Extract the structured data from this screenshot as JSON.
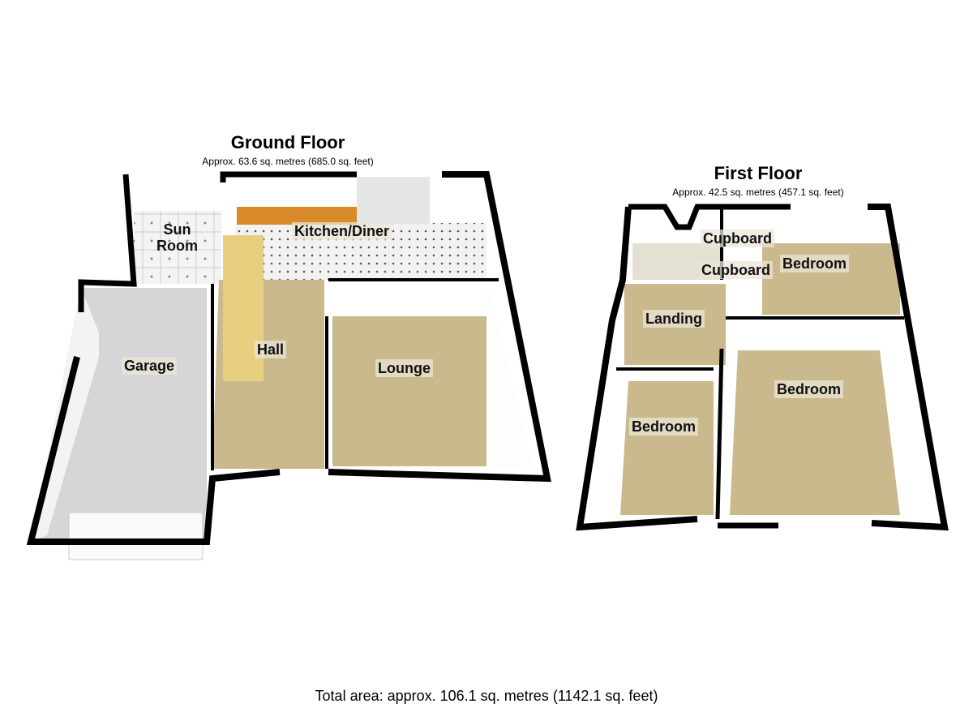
{
  "ground_floor": {
    "title": "Ground Floor",
    "area": "Approx.  63.6 sq. metres (685.0 sq. feet)",
    "rooms": {
      "sun_room": "Sun\nRoom",
      "sun_room_line1": "Sun",
      "sun_room_line2": "Room",
      "kitchen": "Kitchen/Diner",
      "garage": "Garage",
      "hall": "Hall",
      "lounge": "Lounge"
    }
  },
  "first_floor": {
    "title": "First Floor",
    "area": "Approx.  42.5 sq. metres (457.1 sq. feet)",
    "rooms": {
      "cupboard_1": "Cupboard",
      "cupboard_2": "Cupboard",
      "bedroom_top": "Bedroom",
      "landing": "Landing",
      "bedroom_left": "Bedroom",
      "bedroom_main": "Bedroom"
    }
  },
  "footer": "Total area: approx. 106.1 sq. metres (1142.1 sq. feet)",
  "colors": {
    "wall": "#000000",
    "carpet": "#c9b98c",
    "garage": "#d4d4d6",
    "tile": "#eeeeee",
    "inner_wall": "#f6f6f6"
  }
}
